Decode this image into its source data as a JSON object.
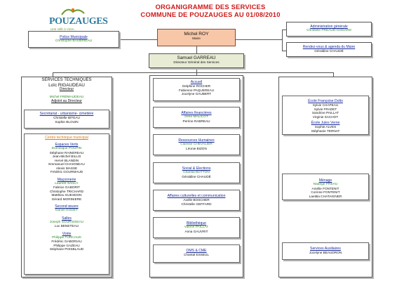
{
  "header": {
    "title_line1": "ORGANIGRAMME DES SERVICES",
    "title_line2": "COMMUNE DE POUZAUGES AU 01/08/2010"
  },
  "logo": {
    "name": "POUZAUGES",
    "tagline": "Une Ville à Vivre..."
  },
  "maire": {
    "name": "Michel ROY",
    "role": "Maire"
  },
  "dgs": {
    "name": "Samuel GARREAU",
    "role": "Directeur Général des Services"
  },
  "police": {
    "title": "Police Municipale",
    "person": "Christophe BAUBRIEAU"
  },
  "admin_generale": {
    "title": "Administration générale",
    "person": "Christelle PREAUD-GODARD"
  },
  "rdv_agenda": {
    "title": "Rendez-vous & agenda du Maire",
    "person": "Géraldine CHAUDÉ"
  },
  "services_techniques": {
    "title": "SERVICES TECHNIQUES",
    "head": "Loïc RIGAUDEAU",
    "head_role": "Directeur",
    "deputy": "Michel FRÉMAUDEAU",
    "deputy_role": "Adjoint au Directeur",
    "secretariat": {
      "title": "Secrétariat - urbanisme- cimetière",
      "people": [
        "Christelle BITEAU",
        "Sophie BLOUIN"
      ]
    },
    "centre_title": "Centre technique municipal",
    "teams": [
      {
        "title": "Espaces Verts",
        "lead": "Dominique POUPIN",
        "people": [
          "Stéphane RAINEREAU",
          "Jean-Michel BILLIS",
          "Hervé BLANDIN",
          "Emmanuel CHAIGNEAU",
          "Alexis MASSE",
          "Frédéric GOURMAUD"
        ]
      },
      {
        "title": "Maçonnerie",
        "lead": "Laurent SAILLY",
        "people": [
          "Fabrice GABORIT",
          "Christophe TRICHARD",
          "Matthieu GUESDON",
          "Gérard MORINIERE"
        ]
      },
      {
        "title": "Second œuvre",
        "lead": "Daniel GODET",
        "people": []
      },
      {
        "title": "Salles",
        "lead": "Joseph SOURISSEAU",
        "people": [
          "Luc BENETEAU"
        ]
      },
      {
        "title": "Voirie",
        "lead": "Philippe TURCAUD",
        "people": [
          "Frédéric GABORIAU",
          "Philippe GAZEAU",
          "Stéphane POISBLAUD"
        ]
      }
    ]
  },
  "middle_services": [
    {
      "title": "Accueil",
      "lead": "",
      "people": [
        "Delphine ROCHER",
        "Fabienne PAQUEREAU",
        "Jocelyne GAUBERT"
      ]
    },
    {
      "title": "Affaires financières",
      "lead": "Irène MALICOT",
      "people": [
        "Perrine RABREAU"
      ]
    },
    {
      "title": "Ressources Humaines",
      "lead": "Clarisse CHEVALIER",
      "people": [
        "Léonie BIZON"
      ]
    },
    {
      "title": "Social & Elections",
      "lead": "Chantal BOTTON",
      "people": [
        "Géraldine CHAUDÉ"
      ]
    },
    {
      "title": "Affaires culturelles et communication",
      "lead": "",
      "people": [
        "Axelle BOSCHER",
        "Christelle GEFFARD"
      ]
    },
    {
      "title": "Bibliothèque",
      "lead": "Valérie PAILLAT",
      "people": [
        "Anna GAUVRIT"
      ]
    },
    {
      "title": "OMS & CME",
      "lead": "",
      "people": [
        "Chantal ESSEUL"
      ]
    }
  ],
  "right_services": {
    "schools": [
      {
        "title": "École Françoise Dolto",
        "people": [
          "Sylvie CHAPEAU",
          "Sylvie FRADET",
          "Sandrine PAILLAT",
          "Virginie SACHOT"
        ]
      },
      {
        "title": "École Jules Verne",
        "people": [
          "Sophie ALVES",
          "Stéphanie TERNAT"
        ]
      }
    ],
    "menage": {
      "title": "Ménage",
      "lead": "Nadège PREAU",
      "people": [
        "Amélie FONTENIT",
        "Corinne FONTENIT",
        "Laetitia CHATAIGNER"
      ]
    },
    "auxiliaires": {
      "title": "Services Auxiliaires",
      "people": [
        "Jocelyne BEAUDRON"
      ]
    }
  },
  "colors": {
    "title_red": "#d01818",
    "link_blue": "#1a2a9a",
    "lead_green": "#2c8a2c",
    "orange": "#e07a10",
    "maire_fill": "#f7c7a8",
    "dgs_fill": "#e8ecd4"
  }
}
